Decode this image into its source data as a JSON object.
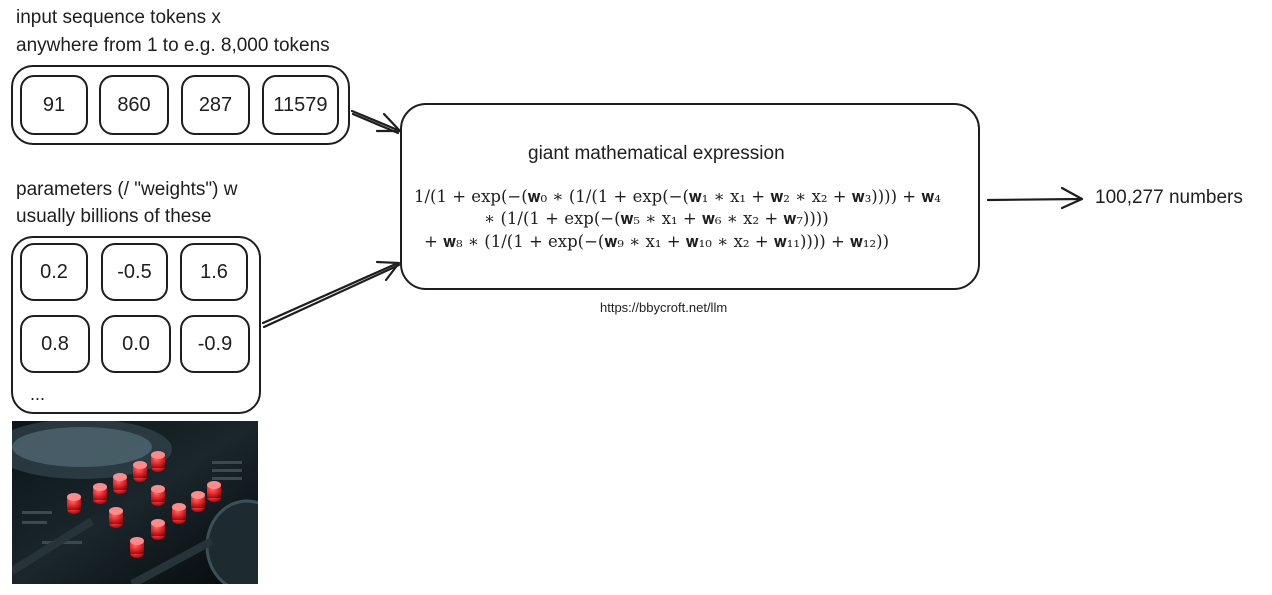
{
  "tokens": {
    "title_line1": "input sequence tokens x",
    "title_line2": "anywhere from 1 to e.g. 8,000 tokens",
    "values": [
      "91",
      "860",
      "287",
      "11579"
    ]
  },
  "params": {
    "title_line1": "parameters (/ \"weights\") w",
    "title_line2": "usually billions of these",
    "values": [
      "0.2",
      "-0.5",
      "1.6",
      "0.8",
      "0.0",
      "-0.9"
    ],
    "ellipsis": "..."
  },
  "expression": {
    "title": "giant mathematical expression",
    "formula_line1": "1/(1 + exp(−(𝐰₀ ∗ (1/(1 + exp(−(𝐰₁ ∗ x₁ + 𝐰₂ ∗ x₂ + 𝐰₃)))) + 𝐰₄",
    "formula_line2": "∗ (1/(1 + exp(−(𝐰₅ ∗ x₁ + 𝐰₆ ∗ x₂ + 𝐰₇))))",
    "formula_line3": "+ 𝐰₈ ∗ (1/(1 + exp(−(𝐰₉ ∗ x₁ + 𝐰₁₀ ∗ x₂ + 𝐰₁₁)))) + 𝐰₁₂))"
  },
  "source_url": "https://bbycroft.net/llm",
  "output_label": "100,277 numbers",
  "image": {
    "description_icon": "dj-mixer-knobs-photo",
    "knob_color": "#e8262a"
  }
}
